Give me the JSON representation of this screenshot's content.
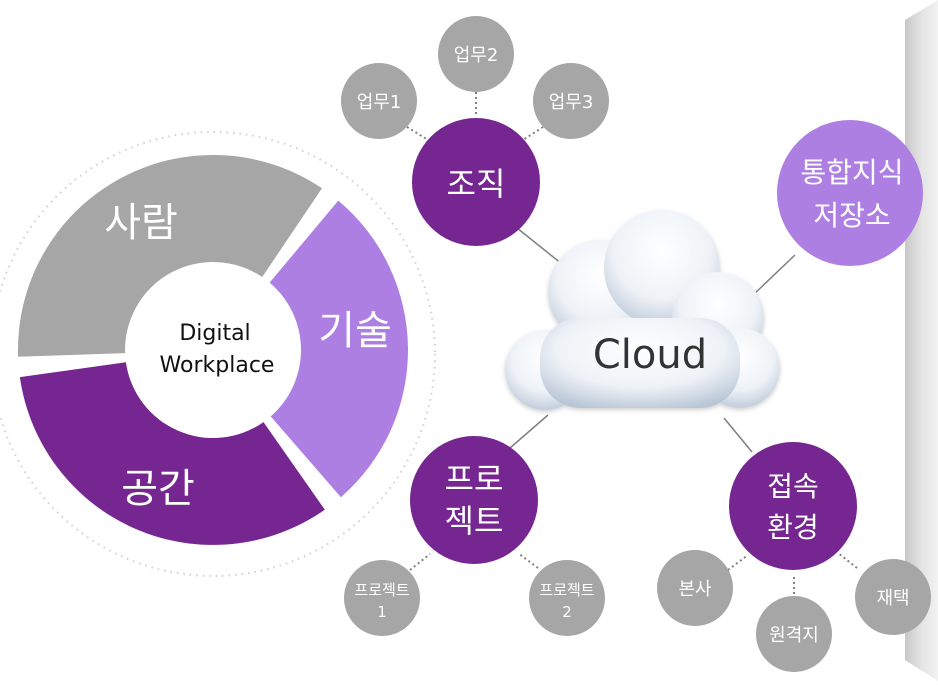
{
  "ring": {
    "center_lines": [
      "Digital",
      "Workplace"
    ],
    "segments": [
      {
        "id": "people",
        "label": "사람",
        "color": "#a6a6a6"
      },
      {
        "id": "tech",
        "label": "기술",
        "color": "#ad7fe3"
      },
      {
        "id": "space",
        "label": "공간",
        "color": "#762691"
      }
    ]
  },
  "cloud": {
    "label": "Cloud"
  },
  "hubs": [
    {
      "id": "org",
      "lines": [
        "조직"
      ],
      "color": "#762691"
    },
    {
      "id": "repo",
      "lines": [
        "통합지식",
        "저장소"
      ],
      "color": "#ad7fe3"
    },
    {
      "id": "project",
      "lines": [
        "프로",
        "젝트"
      ],
      "color": "#762691"
    },
    {
      "id": "access",
      "lines": [
        "접속",
        "환경"
      ],
      "color": "#762691"
    }
  ],
  "leaves": [
    {
      "id": "task1",
      "lines": [
        "업무1"
      ],
      "parent": "org"
    },
    {
      "id": "task2",
      "lines": [
        "업무2"
      ],
      "parent": "org"
    },
    {
      "id": "task3",
      "lines": [
        "업무3"
      ],
      "parent": "org"
    },
    {
      "id": "project1",
      "lines": [
        "프로젝트",
        "1"
      ],
      "parent": "project"
    },
    {
      "id": "project2",
      "lines": [
        "프로젝트",
        "2"
      ],
      "parent": "project"
    },
    {
      "id": "hq",
      "lines": [
        "본사"
      ],
      "parent": "access"
    },
    {
      "id": "remote",
      "lines": [
        "원격지"
      ],
      "parent": "access"
    },
    {
      "id": "home",
      "lines": [
        "재택"
      ],
      "parent": "access"
    }
  ],
  "colors": {
    "leaf": "#a6a6a6",
    "connector": "#7f7f7f",
    "panel": "#dcdcdc"
  }
}
